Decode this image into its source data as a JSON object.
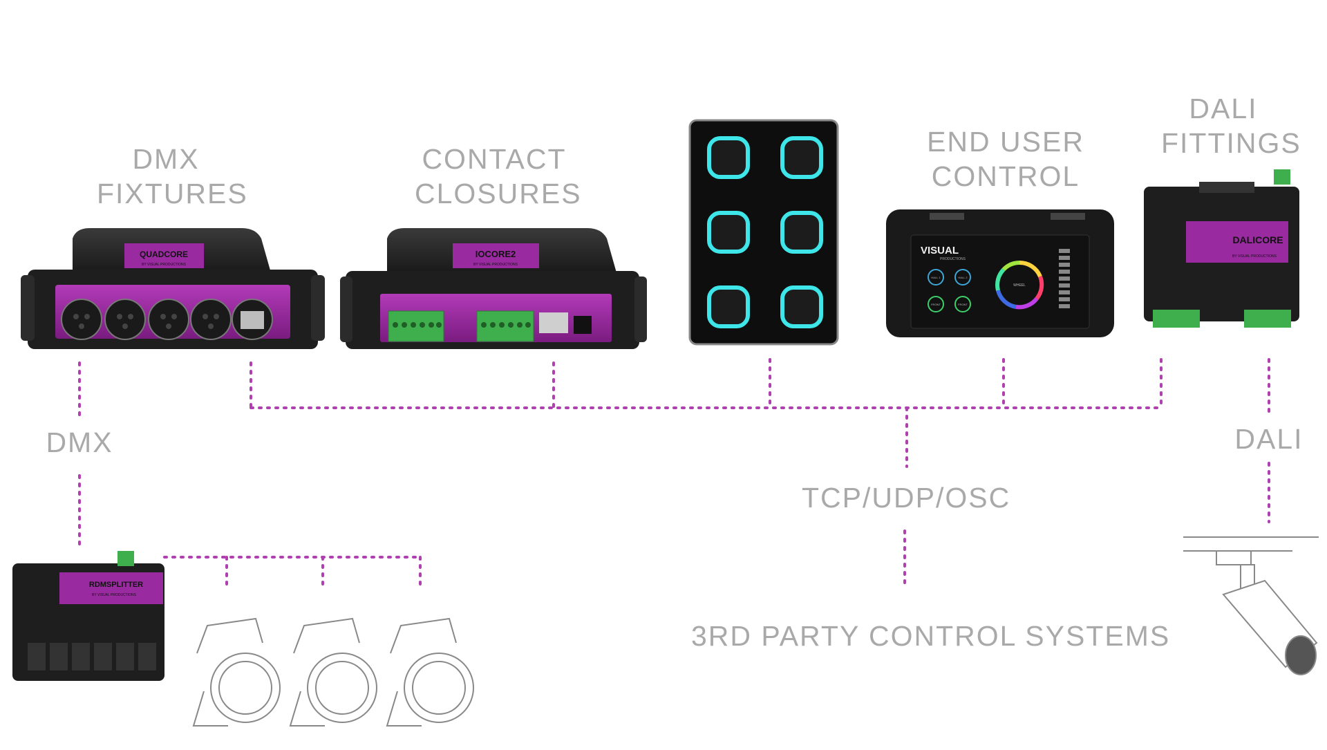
{
  "labels": {
    "dmx_fixtures": [
      "DMX",
      "FIXTURES"
    ],
    "contact_closures": [
      "CONTACT",
      "CLOSURES"
    ],
    "end_user_control": [
      "END USER",
      "CONTROL"
    ],
    "dali_fittings": [
      "DALI",
      "FITTINGS"
    ],
    "dmx": "DMX",
    "dali": "DALI",
    "tcp": "TCP/UDP/OSC",
    "third_party": "3RD PARTY CONTROL SYSTEMS"
  },
  "devices": {
    "quadcore": {
      "brand": "QUADCORE",
      "sub": "BY VISUAL PRODUCTIONS"
    },
    "iocore": {
      "brand": "IOCORE2",
      "sub": "BY VISUAL PRODUCTIONS"
    },
    "touch_panel": {
      "buttons": 6
    },
    "kiosc": {
      "logo": "VISUAL",
      "logo_sub": "PRODUCTIONS",
      "wheel_label": "WHEEL",
      "btn_labels": [
        "HALL 1",
        "HALL 2",
        "FRONT",
        "FRONT"
      ]
    },
    "dalicore": {
      "brand": "DALICORE",
      "sub": "BY VISUAL PRODUCTIONS"
    },
    "rdmsplitter": {
      "brand": "RDMSPLITTER",
      "sub": "BY VISUAL PRODUCTIONS"
    }
  },
  "colors": {
    "label": "#a9a9a9",
    "connector_line": "#b03fb0",
    "device_body": "#1e1e1e",
    "device_accent": "#9a2aa0",
    "button_glow": "#3ee6ea"
  }
}
